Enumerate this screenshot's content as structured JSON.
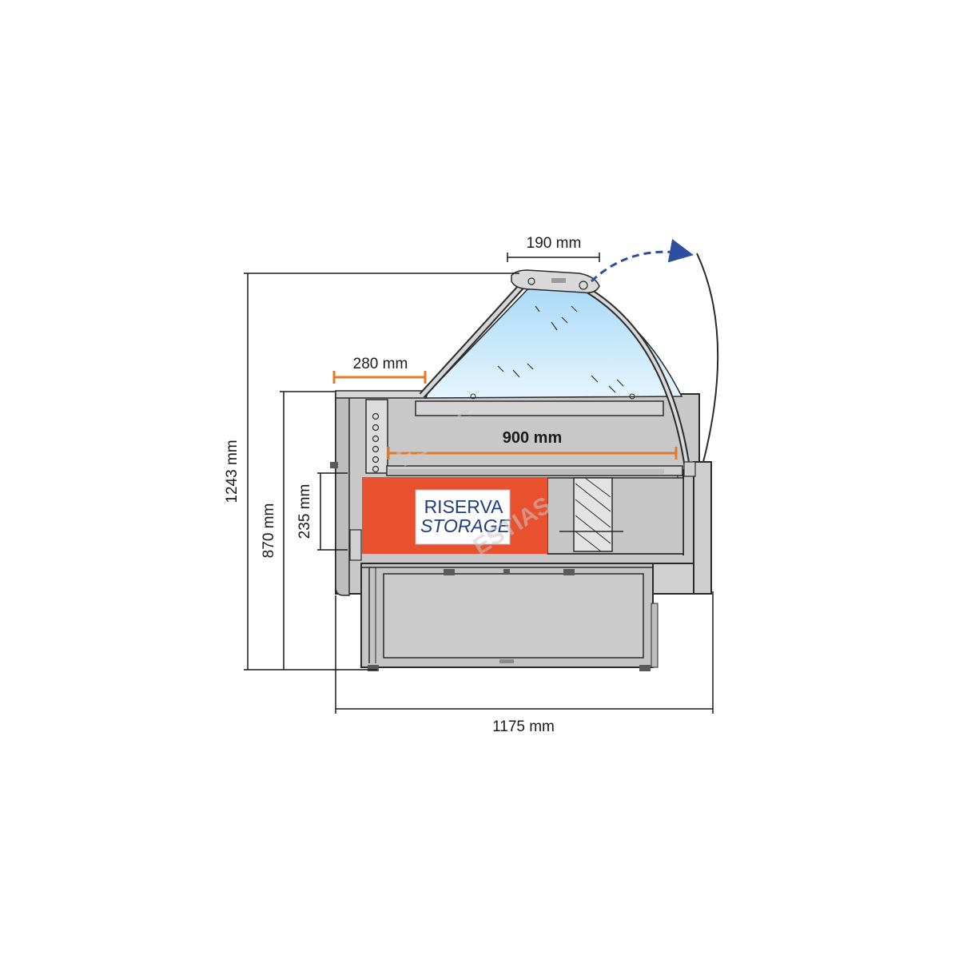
{
  "dimensions": {
    "total_height": "1243 mm",
    "counter_height": "870 mm",
    "storage_height": "235 mm",
    "worktop_depth": "280 mm",
    "display_depth": "900 mm",
    "glass_opening": "190 mm",
    "total_depth": "1175 mm"
  },
  "storage_sign": {
    "line1": "RISERVA",
    "line2": "STORAGE"
  },
  "watermark": "ESTIAS",
  "colors": {
    "outline": "#2a2a2a",
    "panel_gray": "#c8c8c8",
    "glass_blue": "#bfe4fb",
    "storage_orange": "#e8502e",
    "dimension_orange": "#e07a2a",
    "arrow_blue": "#2e4fa0",
    "sign_text": "#1f3f7a"
  }
}
